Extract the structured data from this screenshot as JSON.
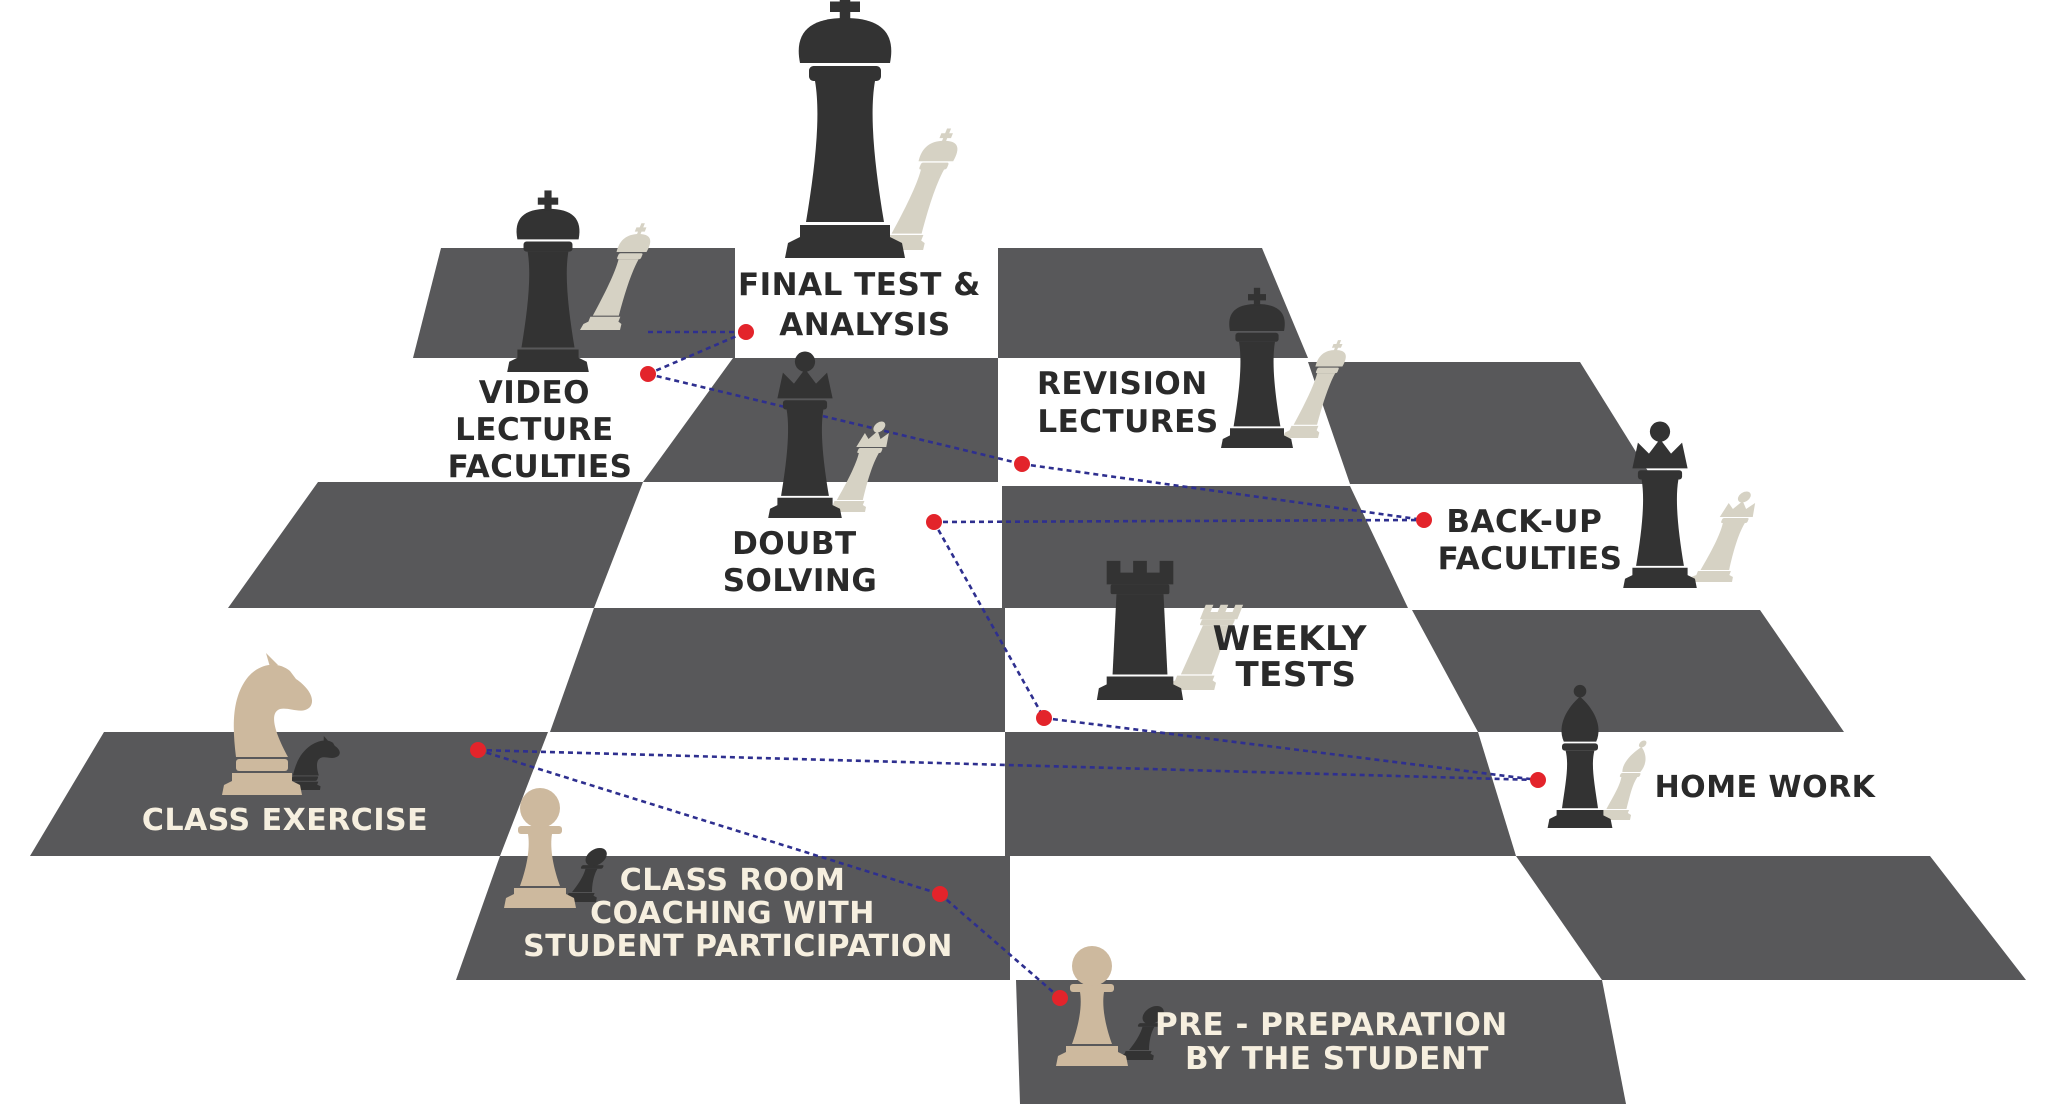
{
  "labels": {
    "final_test": [
      "FINAL TEST &",
      "ANALYSIS"
    ],
    "video_lecture": [
      "VIDEO",
      "LECTURE",
      "FACULTIES"
    ],
    "revision": [
      "REVISION",
      "LECTURES"
    ],
    "doubt": [
      "DOUBT",
      "SOLVING"
    ],
    "backup": [
      "BACK-UP",
      "FACULTIES"
    ],
    "weekly": [
      "WEEKLY",
      "TESTS"
    ],
    "homework": [
      "HOME WORK"
    ],
    "class_exercise": [
      "CLASS EXERCISE"
    ],
    "classroom": [
      "CLASS ROOM",
      "COACHING WITH",
      "STUDENT PARTICIPATION"
    ],
    "preprep": [
      "PRE - PREPARATION",
      "BY THE STUDENT"
    ]
  },
  "colors": {
    "board_dark": "#58585a",
    "piece_black": "#333333",
    "piece_cream": "#cdb99e",
    "connector": "#2e2f8f",
    "node": "#e3242b",
    "label_dark": "#2a2a2a",
    "label_light": "#f6efdf"
  },
  "pieces": [
    {
      "name": "king-icon",
      "color": "black",
      "label": "final_test"
    },
    {
      "name": "king-icon",
      "color": "black",
      "label": "video_lecture"
    },
    {
      "name": "king-icon",
      "color": "black",
      "label": "revision"
    },
    {
      "name": "queen-icon",
      "color": "black",
      "label": "doubt"
    },
    {
      "name": "queen-icon",
      "color": "black",
      "label": "backup"
    },
    {
      "name": "rook-icon",
      "color": "black",
      "label": "weekly"
    },
    {
      "name": "bishop-icon",
      "color": "black",
      "label": "homework"
    },
    {
      "name": "knight-icon",
      "color": "cream",
      "label": "class_exercise"
    },
    {
      "name": "pawn-icon",
      "color": "cream",
      "label": "classroom"
    },
    {
      "name": "pawn-icon",
      "color": "cream",
      "label": "preprep"
    }
  ]
}
